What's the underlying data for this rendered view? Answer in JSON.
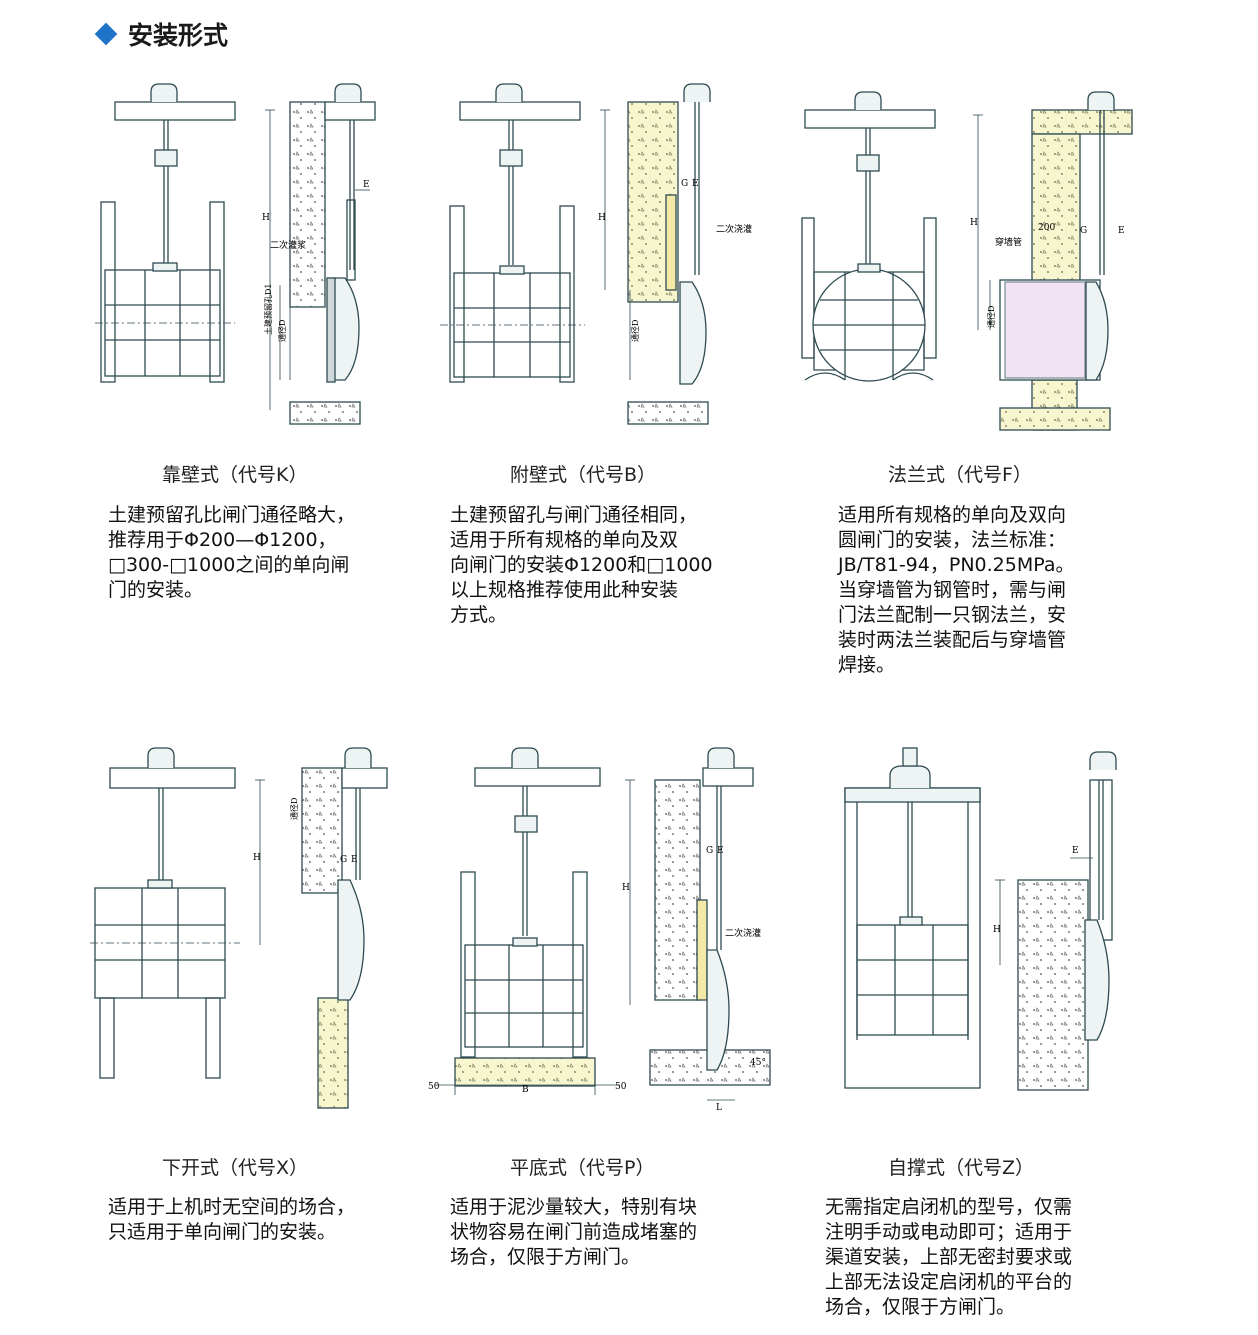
{
  "header": {
    "title": "安装形式",
    "accent_color": "#1f73c9",
    "icon": "diamond-bullet-icon"
  },
  "cards": [
    {
      "label": "靠壁式（代号K）",
      "desc": [
        "土建预留孔比闸门通径略大，",
        "推荐用于Φ200—Φ1200，",
        "□300-□1000之间的单向闸",
        "门的安装。"
      ],
      "annotations": {
        "h": "H",
        "e": "E",
        "grout": "二次灌浆",
        "d1": "土建预留孔D1",
        "d": "通径D"
      }
    },
    {
      "label": "附壁式（代号B）",
      "desc": [
        "土建预留孔与闸门通径相同，",
        "适用于所有规格的单向及双",
        "向闸门的安装Φ1200和□1000",
        "以上规格推荐使用此种安装",
        "方式。"
      ],
      "annotations": {
        "h": "H",
        "g": "G",
        "e": "E",
        "grout": "二次浇灌",
        "d": "通径D"
      }
    },
    {
      "label": "法兰式（代号F）",
      "desc": [
        "适用所有规格的单向及双向",
        "圆闸门的安装，法兰标准：",
        "JB/T81-94，PN0.25MPa。",
        "当穿墙管为钢管时，需与闸",
        "门法兰配制一只钢法兰，安",
        "装时两法兰装配后与穿墙管",
        "焊接。"
      ],
      "annotations": {
        "h": "H",
        "g": "G",
        "e": "E",
        "dim": "200",
        "pipe": "穿墙管",
        "d": "通径D"
      }
    },
    {
      "label": "下开式（代号X）",
      "desc": [
        "适用于上机时无空间的场合，",
        "只适用于单向闸门的安装。"
      ],
      "annotations": {
        "h": "H",
        "g": "G",
        "e": "E",
        "d": "通径D"
      }
    },
    {
      "label": "平底式（代号P）",
      "desc": [
        "适用于泥沙量较大，特别有块",
        "状物容易在闸门前造成堵塞的",
        "场合，仅限于方闸门。"
      ],
      "annotations": {
        "h": "H",
        "g": "G",
        "e": "E",
        "grout": "二次浇灌",
        "b": "B",
        "l": "L",
        "m1": "50",
        "m2": "50",
        "angle": "45°"
      }
    },
    {
      "label": "自撑式（代号Z）",
      "desc": [
        "无需指定启闭机的型号，仅需",
        "注明手动或电动即可；适用于",
        "渠道安装，上部无密封要求或",
        "上部无法设定启闭机的平台的",
        "场合，仅限于方闸门。"
      ],
      "annotations": {
        "h": "H",
        "e": "E"
      }
    }
  ],
  "colors": {
    "line": "#2e4a52",
    "concrete": "#f7f5cc",
    "fill_light": "#eef4f3",
    "pink": "#e6c3e3"
  }
}
